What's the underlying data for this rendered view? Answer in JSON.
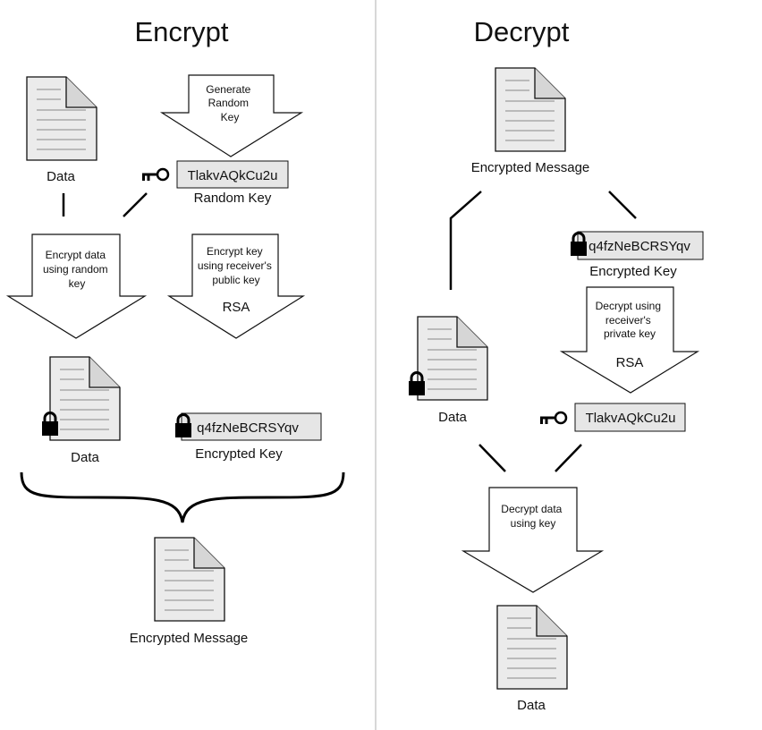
{
  "encrypt": {
    "title": "Encrypt",
    "data_label": "Data",
    "generate_key": [
      "Generate",
      "Random",
      "Key"
    ],
    "random_key_value": "TlakvAQkCu2u",
    "random_key_label": "Random Key",
    "encrypt_data": [
      "Encrypt data",
      "using random",
      "key"
    ],
    "encrypt_key": [
      "Encrypt key",
      "using receiver's",
      "public key"
    ],
    "encrypt_key_algo": "RSA",
    "encrypted_data_label": "Data",
    "encrypted_key_value": "q4fzNeBCRSYqv",
    "encrypted_key_label": "Encrypted Key",
    "message_label": "Encrypted Message"
  },
  "decrypt": {
    "title": "Decrypt",
    "message_label": "Encrypted Message",
    "encrypted_key_value": "q4fzNeBCRSYqv",
    "encrypted_key_label": "Encrypted Key",
    "decrypt_key": [
      "Decrypt using",
      "receiver's",
      "private key"
    ],
    "decrypt_key_algo": "RSA",
    "encrypted_data_label": "Data",
    "random_key_value": "TlakvAQkCu2u",
    "decrypt_data": [
      "Decrypt data",
      "using key"
    ],
    "result_label": "Data"
  },
  "colors": {
    "key_box_fill": "#e6e6e6",
    "document_fill": "#ebebeb",
    "line": "#000000",
    "divider": "#b0b0b0"
  }
}
